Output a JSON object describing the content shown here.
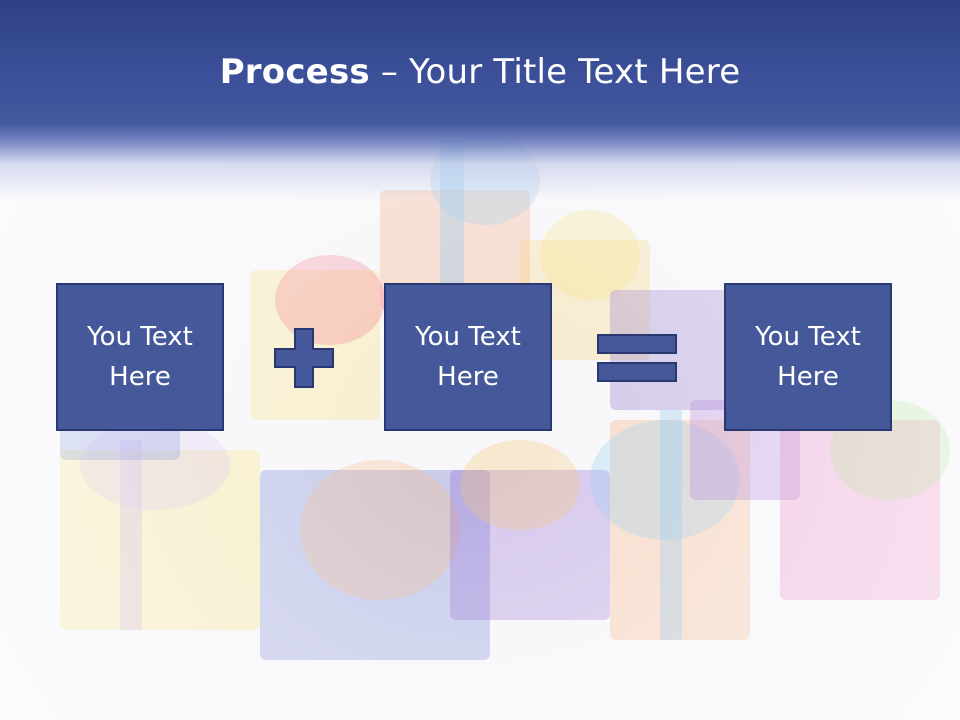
{
  "slide": {
    "title_bold": "Process",
    "title_rest": " – Your Title Text Here"
  },
  "process": {
    "boxes": [
      {
        "line1": "You Text",
        "line2": "Here"
      },
      {
        "line1": "You Text",
        "line2": "Here"
      },
      {
        "line1": "You Text",
        "line2": "Here"
      }
    ],
    "operators": [
      "plus",
      "equals"
    ]
  },
  "colors": {
    "header": "#3a4f98",
    "box_fill": "#44589a",
    "box_border": "#2a3872",
    "text": "#ffffff"
  },
  "background_image": "gift-boxes"
}
